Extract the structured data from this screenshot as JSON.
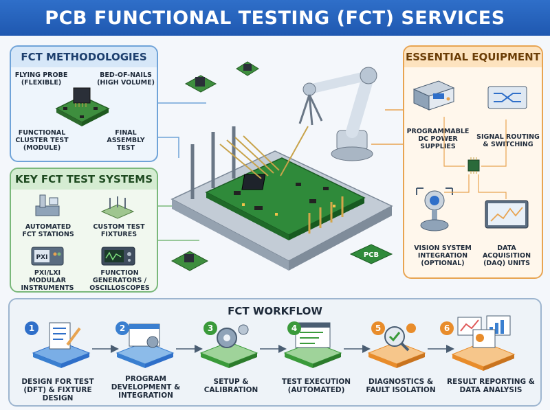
{
  "title": "PCB FUNCTIONAL TESTING (FCT) SERVICES",
  "methodologies": {
    "heading": "FCT METHODOLOGIES",
    "items": [
      "FLYING PROBE (FLEXIBLE)",
      "BED-OF-NAILS (HIGH VOLUME)",
      "FUNCTIONAL CLUSTER TEST (MODULE)",
      "FINAL ASSEMBLY TEST"
    ]
  },
  "systems": {
    "heading": "KEY FCT TEST SYSTEMS",
    "items": [
      "AUTOMATED FCT STATIONS",
      "CUSTOM TEST FIXTURES",
      "PXI/LXI MODULAR INSTRUMENTS",
      "FUNCTION GENERATORS / OSCILLOSCOPES"
    ],
    "pxi_badge": "PXI"
  },
  "equipment": {
    "heading": "ESSENTIAL EQUIPMENT",
    "items": [
      "PROGRAMMABLE DC POWER SUPPLIES",
      "SIGNAL ROUTING & SWITCHING",
      "VISION SYSTEM INTEGRATION (OPTIONAL)",
      "DATA ACQUISITION (DAQ) UNITS"
    ]
  },
  "center": {
    "chip_label": "PCB"
  },
  "workflow": {
    "heading": "FCT WORKFLOW",
    "steps": [
      {
        "num": "1",
        "label": "DESIGN FOR TEST (DFT) & FIXTURE DESIGN",
        "color": "#2f6fc9"
      },
      {
        "num": "2",
        "label": "PROGRAM DEVELOPMENT & INTEGRATION",
        "color": "#3a7fd0"
      },
      {
        "num": "3",
        "label": "SETUP & CALIBRATION",
        "color": "#3a9a3a"
      },
      {
        "num": "4",
        "label": "TEST EXECUTION (AUTOMATED)",
        "color": "#3a9a3a"
      },
      {
        "num": "5",
        "label": "DIAGNOSTICS & FAULT ISOLATION",
        "color": "#e88c2b"
      },
      {
        "num": "6",
        "label": "RESULT REPORTING & DATA ANALYSIS",
        "color": "#e88c2b"
      }
    ]
  }
}
